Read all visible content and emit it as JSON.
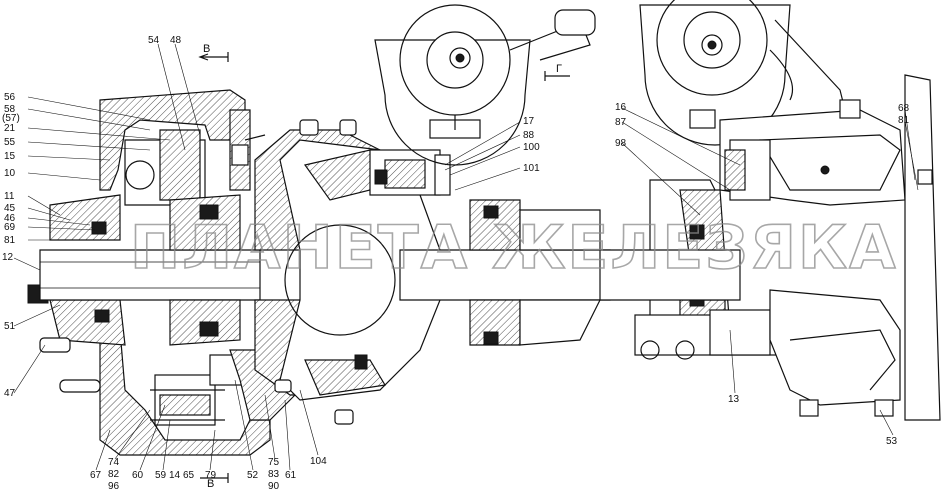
{
  "watermark": "ПЛАНЕТА ЖЕЛЕЗЯКА",
  "section_marks": {
    "top": "В",
    "bottom": "В",
    "view": "Г"
  },
  "callouts": [
    "56",
    "58",
    "(57)",
    "21",
    "55",
    "15",
    "10",
    "11",
    "45",
    "46",
    "69",
    "81",
    "12",
    "51",
    "47",
    "54",
    "48",
    "17",
    "88",
    "100",
    "101",
    "16",
    "87",
    "98",
    "68",
    "81",
    "13",
    "53",
    "67",
    "74",
    "82",
    "96",
    "60",
    "59",
    "14",
    "65",
    "79",
    "52",
    "75",
    "83",
    "90",
    "61",
    "104"
  ]
}
